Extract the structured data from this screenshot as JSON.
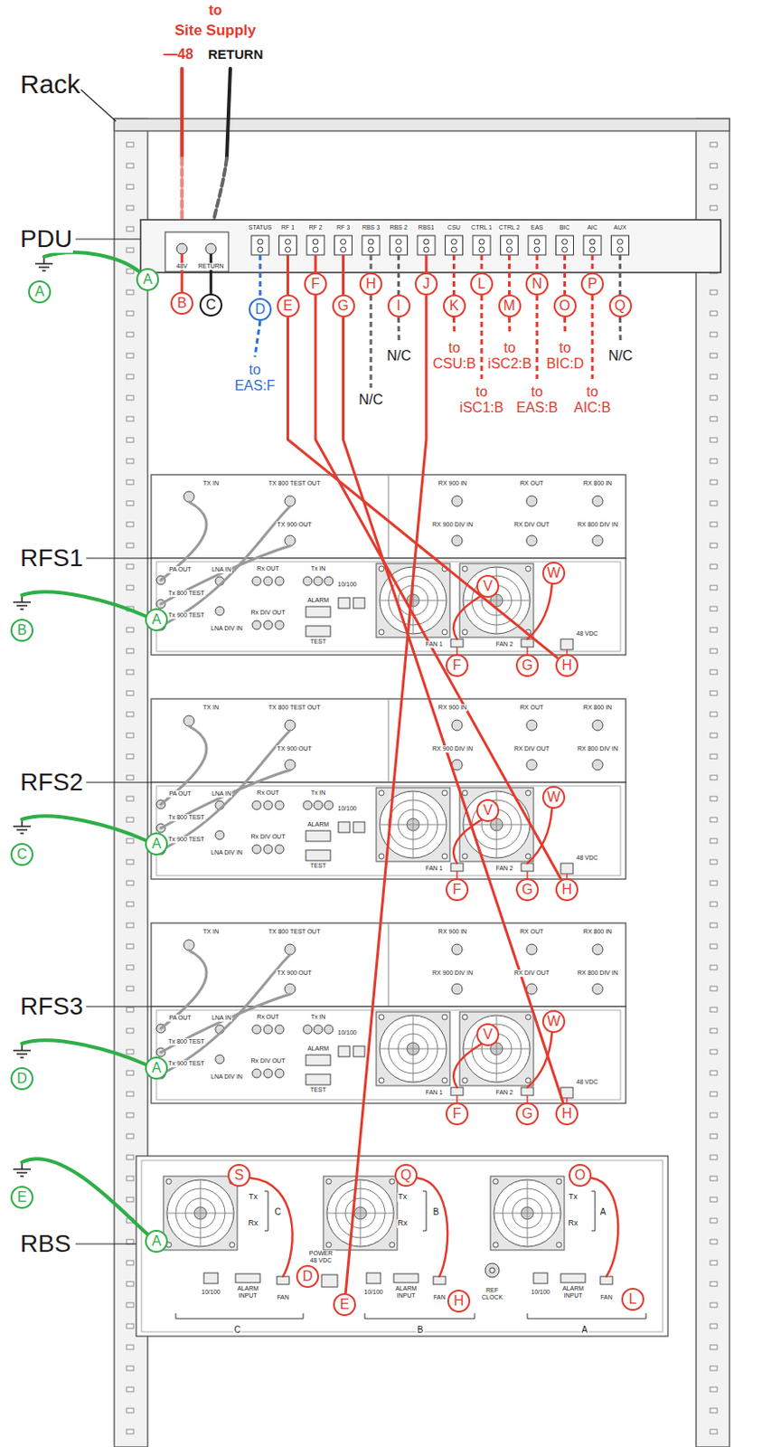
{
  "diagram": {
    "nodes": [
      {
        "text": [
          "A"
        ]
      },
      {
        "text": [
          "A"
        ]
      },
      {
        "text": [
          "B"
        ]
      },
      {
        "text": [
          "C"
        ]
      },
      {
        "text": [
          "D"
        ]
      },
      {
        "text": [
          "E"
        ]
      },
      {
        "text": [
          "F"
        ]
      },
      {
        "text": [
          "G"
        ]
      },
      {
        "text": [
          "H"
        ]
      },
      {
        "text": [
          "I"
        ]
      },
      {
        "text": [
          "J"
        ]
      },
      {
        "text": [
          "K"
        ]
      },
      {
        "text": [
          "L"
        ]
      },
      {
        "text": [
          "M"
        ]
      },
      {
        "text": [
          "N"
        ]
      },
      {
        "text": [
          "O"
        ]
      },
      {
        "text": [
          "P"
        ]
      },
      {
        "text": [
          "Q"
        ]
      },
      {
        "text": [
          "V"
        ]
      },
      {
        "text": [
          "W"
        ]
      },
      {
        "text": [
          "B"
        ]
      },
      {
        "text": [
          "A"
        ]
      },
      {
        "text": [
          "F"
        ]
      },
      {
        "text": [
          "G"
        ]
      },
      {
        "text": [
          "H"
        ]
      },
      {
        "text": [
          "V"
        ]
      },
      {
        "text": [
          "W"
        ]
      },
      {
        "text": [
          "C"
        ]
      },
      {
        "text": [
          "A"
        ]
      },
      {
        "text": [
          "F"
        ]
      },
      {
        "text": [
          "G"
        ]
      },
      {
        "text": [
          "H"
        ]
      },
      {
        "text": [
          "V"
        ]
      },
      {
        "text": [
          "W"
        ]
      },
      {
        "text": [
          "D"
        ]
      },
      {
        "text": [
          "A"
        ]
      },
      {
        "text": [
          "F"
        ]
      },
      {
        "text": [
          "G"
        ]
      },
      {
        "text": [
          "H"
        ]
      },
      {
        "text": [
          "S"
        ]
      },
      {
        "text": [
          "Q"
        ]
      },
      {
        "text": [
          "O"
        ]
      },
      {
        "text": [
          "E"
        ]
      },
      {
        "text": [
          "A"
        ]
      },
      {
        "text": [
          "D"
        ]
      },
      {
        "text": [
          "E"
        ]
      },
      {
        "text": [
          "H"
        ]
      },
      {
        "text": [
          "L"
        ]
      }
    ],
    "edges": [
      {
        "from": 5,
        "to": 24,
        "arrow": "none"
      },
      {
        "from": 6,
        "to": 31,
        "arrow": "none"
      },
      {
        "from": 7,
        "to": 38,
        "arrow": "none"
      },
      {
        "from": 10,
        "to": 45,
        "arrow": "none"
      }
    ],
    "labels": [
      "to",
      "Site Supply",
      "—48",
      "RETURN",
      "Rack",
      "PDU",
      "STATUS",
      "RF 1",
      "RF 2",
      "RF 3",
      "RBS 3",
      "RBS 2",
      "RBS1",
      "CSU",
      "CTRL 1",
      "CTRL 2",
      "EAS",
      "BIC",
      "AIC",
      "AUX",
      "48V",
      "RETURN",
      "to EAS:F",
      "N/C",
      "N/C",
      "to CSU:B",
      "to iSC1:B",
      "to iSC2:B",
      "to EAS:B",
      "to BIC:D",
      "to AIC:B",
      "N/C",
      "RFS1",
      "RFS2",
      "RFS3",
      "RBS",
      "TX IN",
      "TX 800 TEST OUT",
      "RX 900 IN",
      "RX OUT",
      "RX 800 IN",
      "TX 900 OUT",
      "RX 900 DIV IN",
      "RX DIV OUT",
      "RX 800 DIV IN",
      "PA OUT",
      "LNA IN",
      "Tx 800 TEST",
      "Tx 900 TEST",
      "LNA DIV IN",
      "Rx OUT",
      "Rx DIV OUT",
      "Tx IN",
      "ALARM",
      "TEST",
      "10/100",
      "FAN 1",
      "FAN 2",
      "48 VDC",
      "TX IN",
      "TX 800 TEST OUT",
      "RX 900 IN",
      "RX OUT",
      "RX 800 IN",
      "TX 900 OUT",
      "RX 900 DIV IN",
      "RX DIV OUT",
      "RX 800 DIV IN",
      "PA OUT",
      "LNA IN",
      "Tx 800 TEST",
      "Tx 900 TEST",
      "LNA DIV IN",
      "Rx OUT",
      "Rx DIV OUT",
      "Tx IN",
      "ALARM",
      "TEST",
      "10/100",
      "FAN 1",
      "FAN 2",
      "48 VDC",
      "TX IN",
      "TX 800 TEST OUT",
      "RX 900 IN",
      "RX OUT",
      "RX 800 IN",
      "TX 900 OUT",
      "RX 900 DIV IN",
      "RX DIV OUT",
      "RX 800 DIV IN",
      "PA OUT",
      "LNA IN",
      "Tx 800 TEST",
      "Tx 900 TEST",
      "LNA DIV IN",
      "Rx OUT",
      "Rx DIV OUT",
      "Tx IN",
      "ALARM",
      "TEST",
      "10/100",
      "FAN 1",
      "FAN 2",
      "48 VDC",
      "Tx",
      "Rx",
      "C",
      "10/100",
      "ALARM INPUT",
      "FAN",
      "POWER 48 VDC",
      "Tx",
      "Rx",
      "B",
      "10/100",
      "ALARM INPUT",
      "FAN",
      "REF CLOCK",
      "Tx",
      "Rx",
      "A",
      "10/100",
      "ALARM INPUT",
      "FAN",
      "C",
      "B",
      "A"
    ]
  }
}
